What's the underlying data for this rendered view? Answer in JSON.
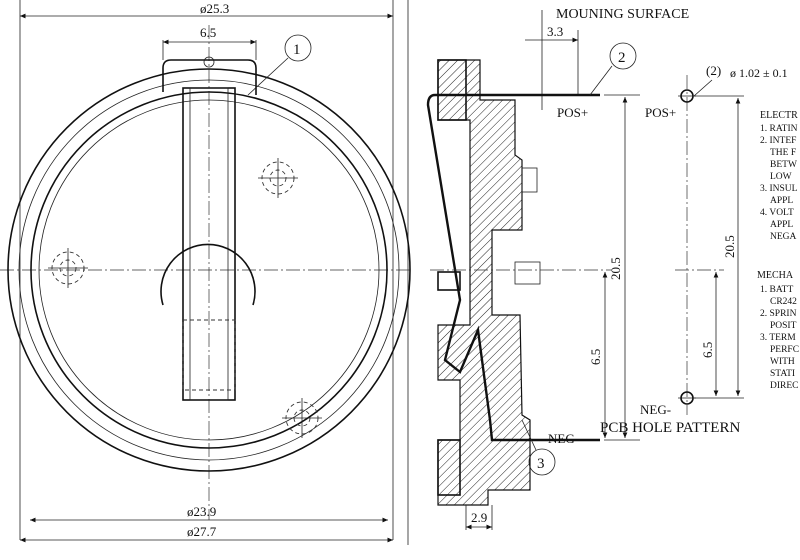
{
  "front_view": {
    "dim_outer_top": "ø25.3",
    "dim_clip_width": "6.5",
    "callout_1": "1",
    "dim_inner": "ø23.9",
    "dim_outer_bottom": "ø27.7"
  },
  "side_view": {
    "mounting_surface_label": "MOUNING SURFACE",
    "dim_offset": "3.3",
    "callout_2": "2",
    "callout_3": "3",
    "pos_label": "POS+",
    "neg_label": "NEG-",
    "dim_pos_neg": "20.5",
    "dim_neg_center": "6.5",
    "dim_base": "2.9"
  },
  "pcb_pattern": {
    "hole_spec_count": "(2)",
    "hole_spec_dia": "ø 1.02 ± 0.1",
    "pos_label": "POS+",
    "neg_label": "NEG-",
    "dim_pos_neg": "20.5",
    "dim_neg_center": "6.5",
    "title": "PCB HOLE PATTERN"
  },
  "notes": {
    "electrical_header": "ELECTR",
    "electrical_items": [
      "1. RATIN",
      "2. INTEF",
      "THE F",
      "BETW",
      "LOW",
      "3. INSUL",
      "APPL",
      "4. VOLT",
      "APPL",
      "NEGA"
    ],
    "mechanical_header": "MECHA",
    "mechanical_items": [
      "1. BATT",
      "CR242",
      "2. SPRIN",
      "POSIT",
      "3. TERM",
      "PERFC",
      "WITH",
      "STATI",
      "DIREC"
    ]
  }
}
